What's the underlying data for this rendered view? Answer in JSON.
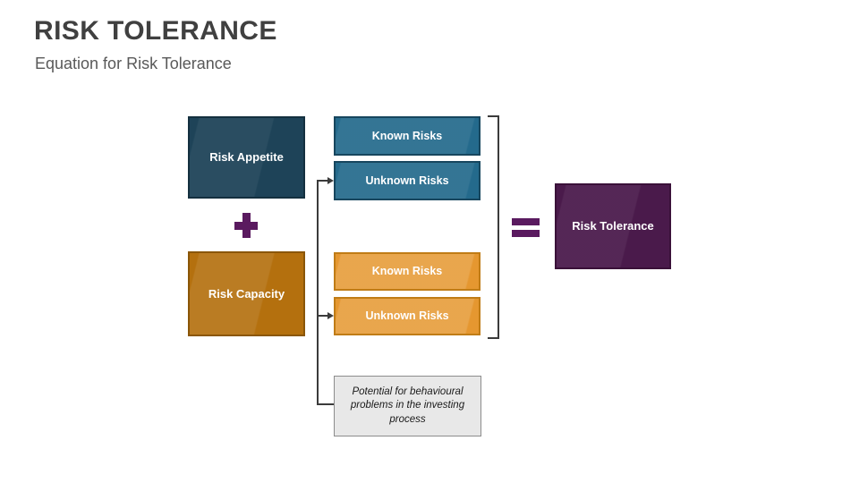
{
  "header": {
    "title": "RISK TOLERANCE",
    "subtitle": "Equation for Risk Tolerance"
  },
  "diagram": {
    "left_terms": [
      {
        "id": "risk-appetite",
        "label": "Risk Appetite",
        "color": "#1e4358"
      },
      {
        "id": "risk-capacity",
        "label": "Risk Capacity",
        "color": "#b4700e"
      }
    ],
    "operators": {
      "plus": "+",
      "equals": "="
    },
    "blue_risks": [
      {
        "label": "Known Risks"
      },
      {
        "label": "Unknown Risks"
      }
    ],
    "orange_risks": [
      {
        "label": "Known Risks"
      },
      {
        "label": "Unknown Risks"
      }
    ],
    "note": {
      "text": "Potential for behavioural problems in the investing process"
    },
    "result": {
      "label": "Risk Tolerance",
      "color": "#4a1a4b"
    }
  },
  "colors": {
    "title": "#404040",
    "subtitle": "#595959",
    "navy": "#1e4358",
    "blue": "#246a8c",
    "dark_orange": "#b4700e",
    "orange": "#e59730",
    "purple": "#4a1a4b",
    "operator_purple": "#5a1a5f",
    "note_fill": "#e8e8e8",
    "note_border": "#8c8c8c",
    "connector": "#3b3b3b",
    "background": "#ffffff"
  }
}
